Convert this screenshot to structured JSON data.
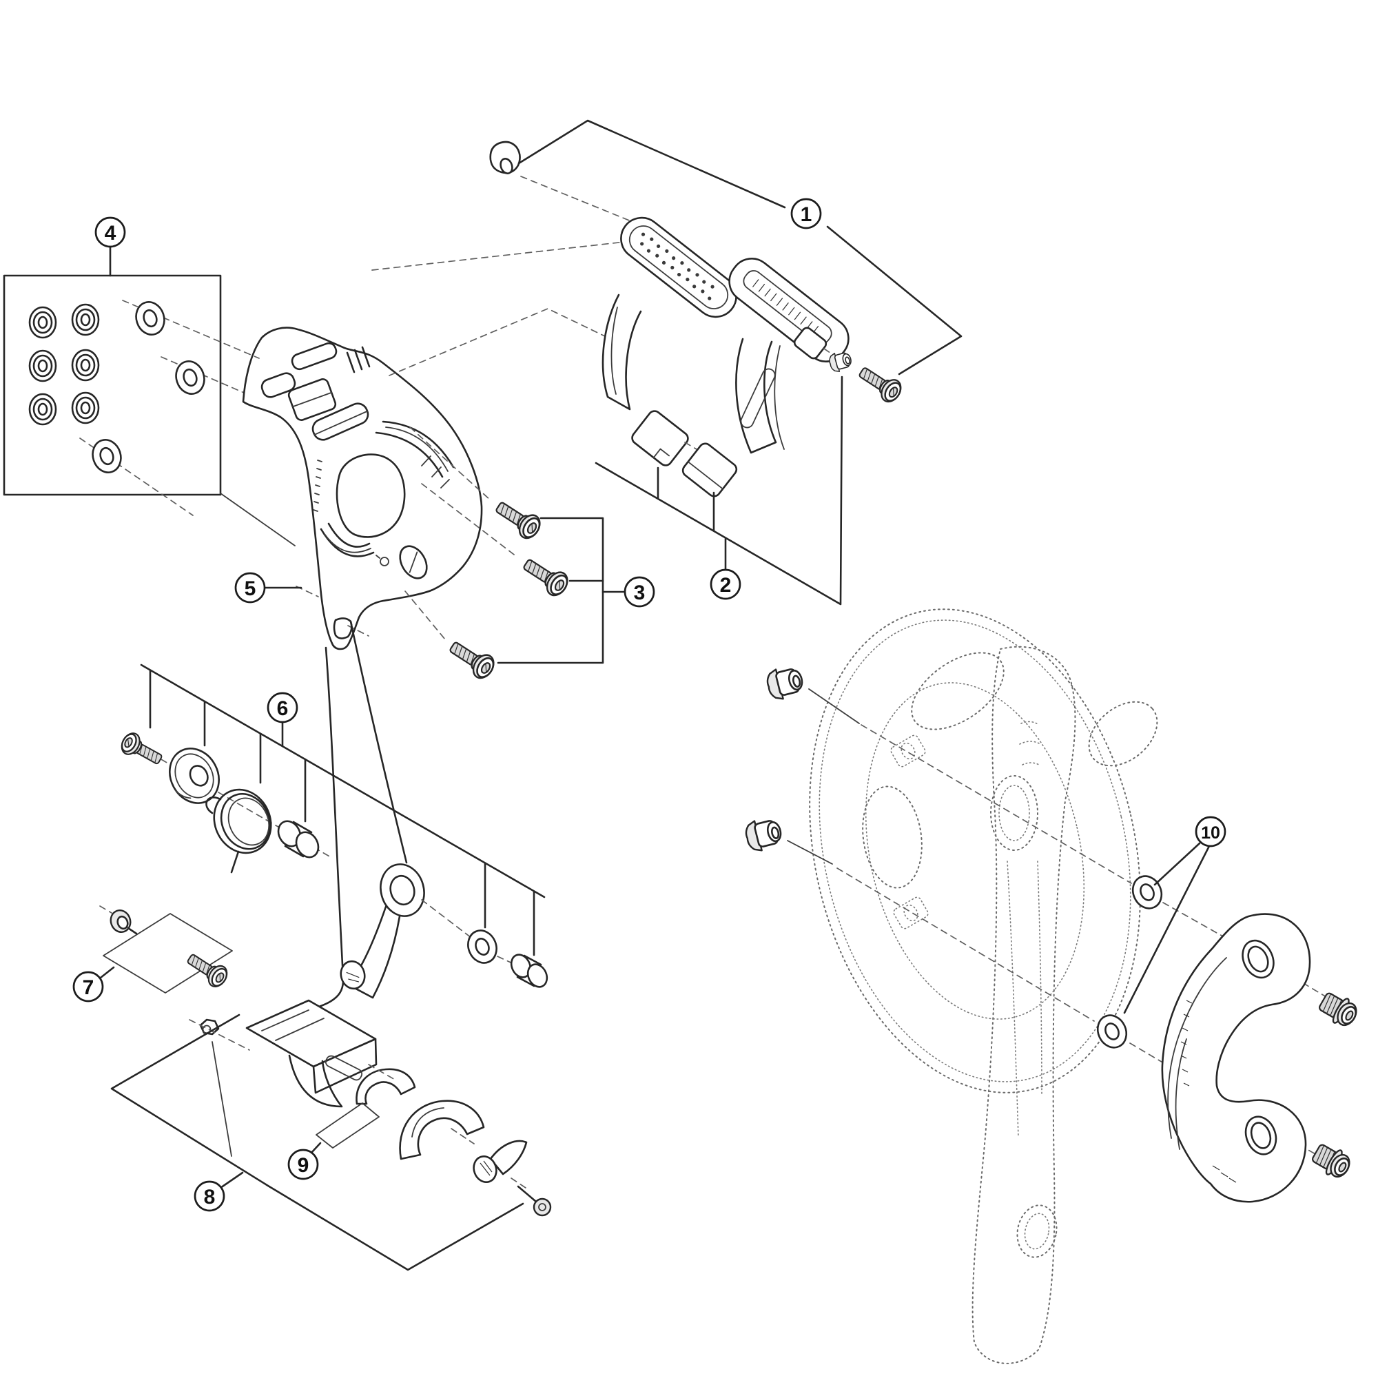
{
  "figure": {
    "background_color": "#ffffff",
    "line_color": "#262626",
    "leader_line_color": "#5f5f5f",
    "phantom_part_style": "dotted",
    "callout_count": "10"
  },
  "callouts": {
    "c1": {
      "label": "1"
    },
    "c2": {
      "label": "2"
    },
    "c3": {
      "label": "3"
    },
    "c4": {
      "label": "4"
    },
    "c5": {
      "label": "5"
    },
    "c6": {
      "label": "6"
    },
    "c7": {
      "label": "7"
    },
    "c8": {
      "label": "8"
    },
    "c9": {
      "label": "9"
    },
    "c10": {
      "label": "10"
    }
  }
}
